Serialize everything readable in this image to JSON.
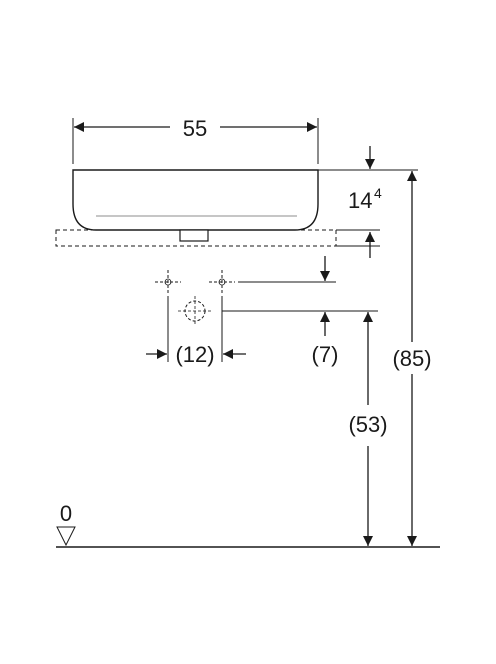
{
  "drawing": {
    "width_label": "55",
    "basin_height_label": "14",
    "basin_height_sup": "4",
    "outlet_spacing_label": "(12)",
    "waste_offset_label": "(7)",
    "waste_height_label": "(53)",
    "total_height_label": "(85)",
    "floor_label": "0"
  },
  "colors": {
    "line": "#1a1a1a",
    "background": "#ffffff"
  }
}
